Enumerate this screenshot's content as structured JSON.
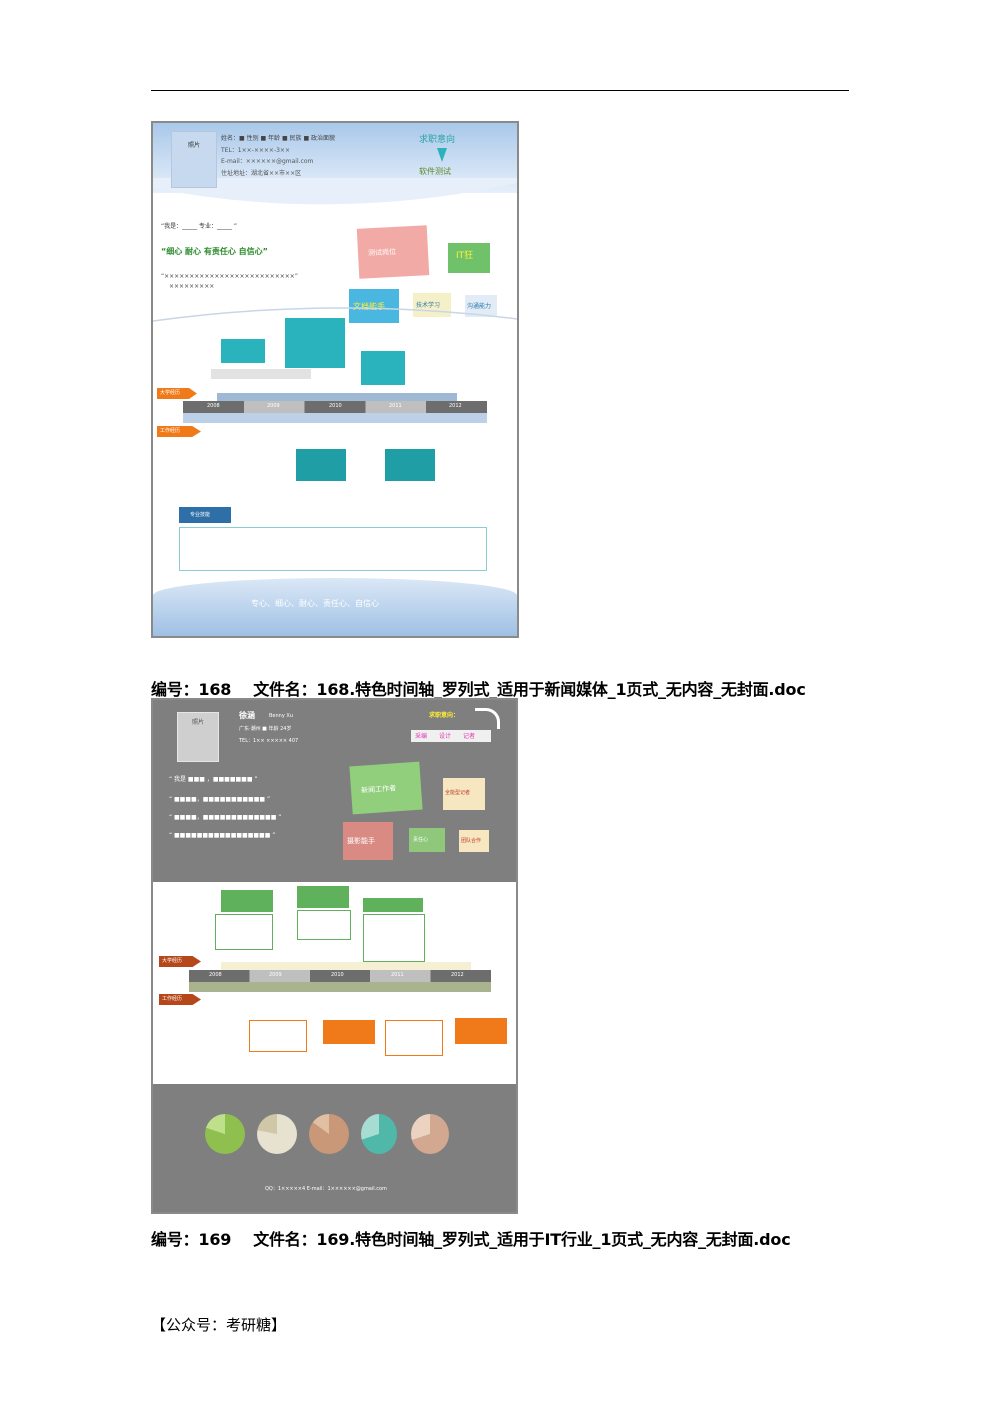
{
  "doc1": {
    "number_label": "编号：168",
    "file_label": "文件名：168.特色时间轴_罗列式_适用于新闻媒体_1页式_无内容_无封面.doc",
    "thumb": {
      "photo": "照片",
      "quote_lines": [
        "“我是：_____ 专业：_____ ”",
        "“细心 耐心 有责任心 自信心”"
      ],
      "tags": [
        "测试岗位",
        "IT狂",
        "文档能手",
        "技术学习",
        "沟通能力"
      ],
      "career": [
        "求职意向",
        "软件测试"
      ],
      "section_school": "大学经历",
      "section_work": "工作经历",
      "years": [
        "2008",
        "2009",
        "2010",
        "2011",
        "2012"
      ],
      "skills_title": "专业技能",
      "footer": "专心、细心、耐心、责任心、自信心"
    }
  },
  "doc2": {
    "number_label": "编号：169",
    "file_label": "文件名：169.特色时间轴_罗列式_适用于IT行业_1页式_无内容_无封面.doc",
    "thumb": {
      "photo": "照片",
      "name": "徐涵",
      "name_en": "Benny Xu",
      "tel": "TEL：1×× ××××× 407",
      "career_label": "求职意向：",
      "career_items": [
        "采编",
        "设计",
        "记者"
      ],
      "tags": [
        "新闻工作者",
        "全能型记者",
        "摄影能手",
        "责任心",
        "团队合作"
      ],
      "section_school": "大学经历",
      "section_work": "工作经历",
      "years": [
        "2008",
        "2009",
        "2010",
        "2011",
        "2012"
      ],
      "contact": "QQ：1×××××4   E-mail：1××××××@gmail.com"
    }
  },
  "footer_text": "【公众号：考研糖】",
  "colors": {
    "blue_light": "#c9dcf0",
    "teal": "#2bb3bd",
    "pink": "#e89a9a",
    "green": "#6fbe6a",
    "orange": "#f07a1a",
    "gray": "#7f7f7f"
  }
}
